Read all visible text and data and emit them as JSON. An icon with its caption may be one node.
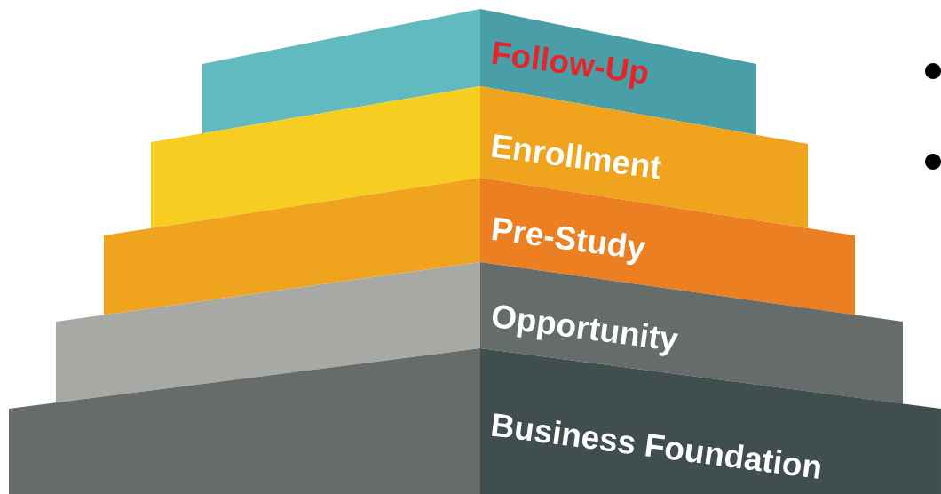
{
  "diagram": {
    "nodes": [
      {
        "text": [
          "Follow-Up"
        ]
      },
      {
        "text": [
          "Enrollment"
        ]
      },
      {
        "text": [
          "Pre-Study"
        ]
      },
      {
        "text": [
          "Opportunity"
        ]
      },
      {
        "text": [
          "Business Foundation"
        ]
      }
    ]
  }
}
